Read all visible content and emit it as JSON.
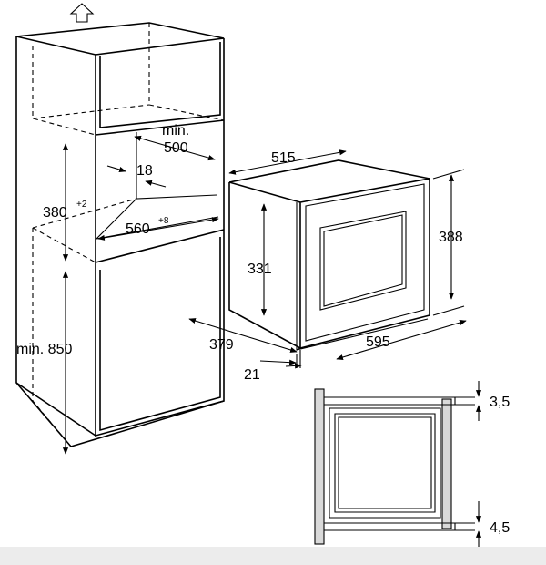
{
  "dimensions": {
    "min_500_label": "min.",
    "min_500_value": "500",
    "gap_18": "18",
    "height_380": "380",
    "height_380_tol": "+2",
    "width_560": "560",
    "width_560_tol": "+8",
    "min_850": "min. 850",
    "depth_515": "515",
    "height_388": "388",
    "height_331": "331",
    "width_379": "379",
    "width_595": "595",
    "depth_21": "21",
    "gap_3_5": "3,5",
    "gap_4_5": "4,5"
  },
  "icons": {
    "top_arrow": "arrow-up-outline-icon"
  }
}
